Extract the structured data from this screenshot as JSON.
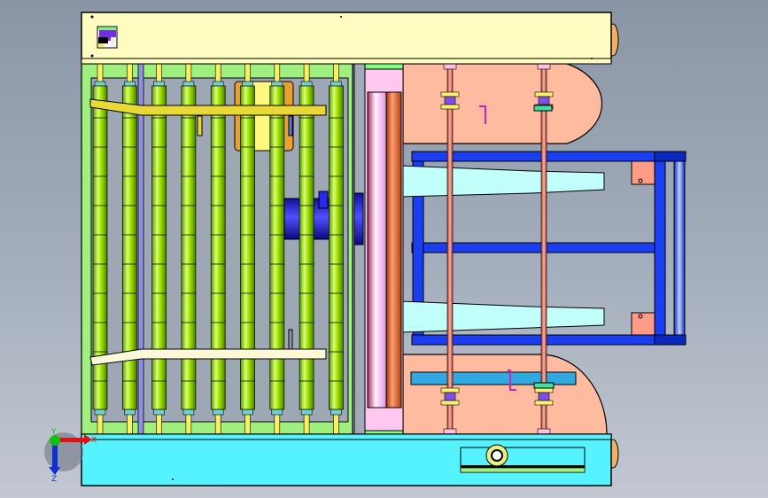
{
  "viewport": {
    "name": "CAD graphics area",
    "view": "top view of roller conveyor assembly"
  },
  "triad": {
    "x_label": "X",
    "y_label": "Y",
    "z_label": "Z",
    "colors": {
      "x": "#e01010",
      "y": "#10c010",
      "z": "#1030d0"
    }
  },
  "colors": {
    "top_frame": "#fffcc0",
    "bottom_frame": "#55f2ff",
    "rollers": "#9ee000",
    "roller_bay": "#a0f080",
    "salmon_plate": "#ffbba0",
    "blue_frame": "#1a3ef0",
    "taper_blocks": "#c0fffa",
    "pink_roll": "#f8c0f0",
    "orange_roll": "#f07040",
    "yellow_bar": "#e8d838",
    "cream_bar": "#fdf8d8",
    "motor": "#2020e0",
    "rod": "#f08070"
  },
  "roller_count": 9
}
